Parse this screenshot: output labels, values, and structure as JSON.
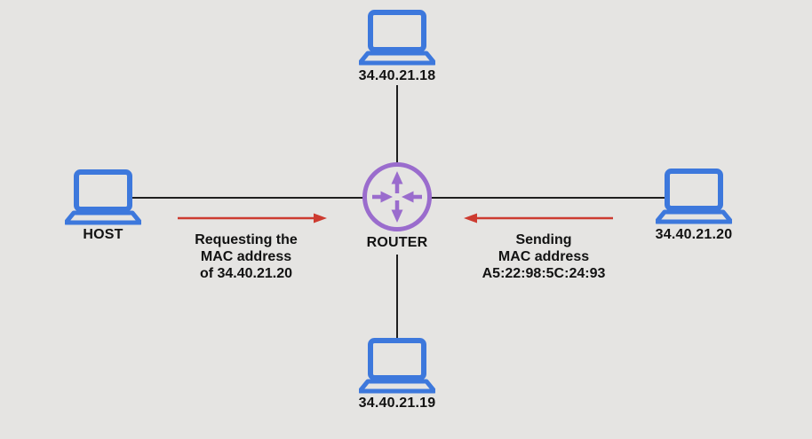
{
  "nodes": {
    "top_device": {
      "label": "34.40.21.18"
    },
    "left_device": {
      "label": "HOST"
    },
    "right_device": {
      "label": "34.40.21.20"
    },
    "bottom_device": {
      "label": "34.40.21.19"
    },
    "router": {
      "label": "ROUTER"
    }
  },
  "annotations": {
    "request": {
      "lines": [
        "Requesting the",
        "MAC address",
        "of 34.40.21.20"
      ],
      "direction": "left-to-right"
    },
    "response": {
      "lines": [
        "Sending",
        "MAC address",
        "A5:22:98:5C:24:93"
      ],
      "direction": "right-to-left"
    }
  },
  "colors": {
    "background": "#e5e4e2",
    "device_blue": "#3d78dc",
    "router_purple": "#9a6ccd",
    "arrow_red": "#cd3b30",
    "link_line": "#1f1f1f",
    "text": "#121212"
  }
}
